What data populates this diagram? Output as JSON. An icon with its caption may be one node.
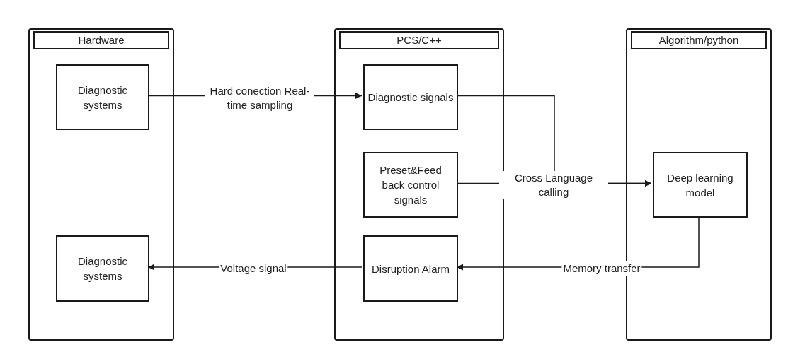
{
  "diagram": {
    "nodes": [
      {
        "text": [
          "Hardware"
        ]
      },
      {
        "text": [
          "Diagnostic systems"
        ],
        "in": 0
      },
      {
        "text": [
          "Diagnostic systems"
        ],
        "in": 0
      },
      {
        "text": [
          "PCS/C++"
        ]
      },
      {
        "text": [
          "Diagnostic signals"
        ],
        "in": 3
      },
      {
        "text": [
          "Preset&Feed back control signals"
        ],
        "in": 3
      },
      {
        "text": [
          "Disruption Alarm"
        ],
        "in": 3
      },
      {
        "text": [
          "Algorithm/python"
        ]
      },
      {
        "text": [
          "Deep learning model"
        ],
        "in": 7
      }
    ],
    "edges": [
      {
        "from": 1,
        "to": 4,
        "arrow": "to",
        "label": "Hard conection Real-time sampling"
      },
      {
        "from": 4,
        "to": 8,
        "arrow": "to"
      },
      {
        "from": 5,
        "to": 8,
        "arrow": "to",
        "label": "Cross Language calling"
      },
      {
        "from": 8,
        "to": 6,
        "arrow": "to",
        "label": "Memory transfer"
      },
      {
        "from": 6,
        "to": 2,
        "arrow": "to",
        "label": "Voltage signal"
      }
    ]
  }
}
